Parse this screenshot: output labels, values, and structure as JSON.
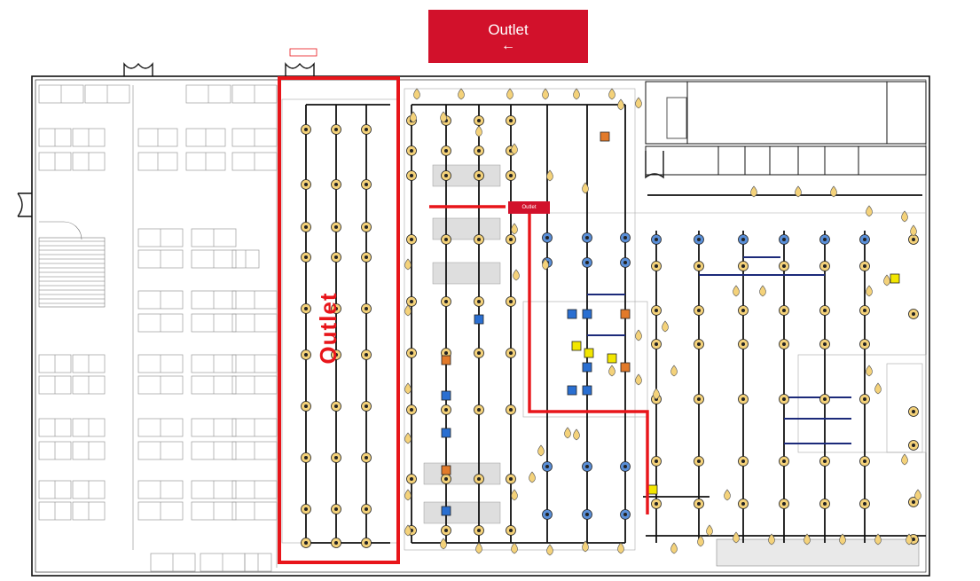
{
  "banner": {
    "title": "Outlet",
    "arrow": "←"
  },
  "route_tag": {
    "text": "Outlet"
  },
  "zone": {
    "label": "Outlet"
  },
  "colors": {
    "highlight": "#e8151a",
    "banner": "#d2112b",
    "light_fixture": "#f4d27a",
    "wall": "#111111",
    "grid_line": "#9a9a9a",
    "blue_fixture": "#2a6fd1",
    "yellow_marker": "#f2e600"
  },
  "icons": {
    "entrance": "door-swing-icon",
    "fixture_round": "ceiling-light-icon",
    "fixture_teardrop": "pendant-light-icon",
    "marker_square": "electrical-box-icon"
  }
}
